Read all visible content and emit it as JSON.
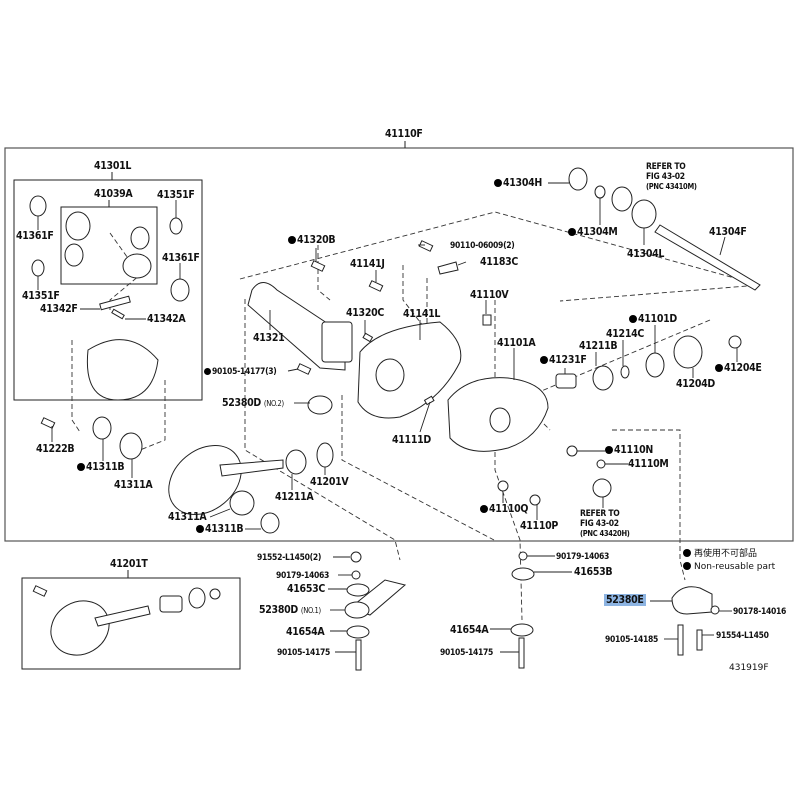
{
  "title": "Front Differential Carrier Assembly (Parts Diagram)",
  "assembly_label": "41110F",
  "figure_id": "431919F",
  "highlighted_part": "52380E",
  "highlight_color": "#8db4e2",
  "legend": {
    "dot_jp": "再使用不可部品",
    "dot_en": "Non-reusable part"
  },
  "sub_assemblies": {
    "case_kit": "41301L",
    "pinion_kit": "41039A",
    "ring_pinion_set": "41201T"
  },
  "parts": [
    {
      "id": "p-41361f-a",
      "pn": "41361F",
      "nonreusable": false
    },
    {
      "id": "p-41039a",
      "pn": "41039A",
      "nonreusable": false
    },
    {
      "id": "p-41351f-a",
      "pn": "41351F",
      "nonreusable": false
    },
    {
      "id": "p-41361f-b",
      "pn": "41361F",
      "nonreusable": false
    },
    {
      "id": "p-41351f-b",
      "pn": "41351F",
      "nonreusable": false
    },
    {
      "id": "p-41342f",
      "pn": "41342F",
      "nonreusable": false
    },
    {
      "id": "p-41342a",
      "pn": "41342A",
      "nonreusable": false
    },
    {
      "id": "p-41304h",
      "pn": "41304H",
      "nonreusable": true
    },
    {
      "id": "p-41304m",
      "pn": "41304M",
      "nonreusable": true
    },
    {
      "id": "p-41304l",
      "pn": "41304L",
      "nonreusable": false
    },
    {
      "id": "p-41304f",
      "pn": "41304F",
      "nonreusable": false
    },
    {
      "id": "p-41320b",
      "pn": "41320B",
      "nonreusable": true
    },
    {
      "id": "p-90110",
      "pn": "90110-06009(2)",
      "nonreusable": false
    },
    {
      "id": "p-41183c",
      "pn": "41183C",
      "nonreusable": false
    },
    {
      "id": "p-41141j",
      "pn": "41141J",
      "nonreusable": false
    },
    {
      "id": "p-41110v",
      "pn": "41110V",
      "nonreusable": false
    },
    {
      "id": "p-41320c",
      "pn": "41320C",
      "nonreusable": false
    },
    {
      "id": "p-41141l",
      "pn": "41141L",
      "nonreusable": false
    },
    {
      "id": "p-41321",
      "pn": "41321",
      "nonreusable": false
    },
    {
      "id": "p-90105-14177",
      "pn": "90105-14177(3)",
      "nonreusable": true
    },
    {
      "id": "p-52380d-2",
      "pn": "52380D",
      "suffix": "(NO.2)",
      "nonreusable": false
    },
    {
      "id": "p-41101d",
      "pn": "41101D",
      "nonreusable": true
    },
    {
      "id": "p-41214c",
      "pn": "41214C",
      "nonreusable": false
    },
    {
      "id": "p-41211b",
      "pn": "41211B",
      "nonreusable": false
    },
    {
      "id": "p-41101a",
      "pn": "41101A",
      "nonreusable": false
    },
    {
      "id": "p-41231f",
      "pn": "41231F",
      "nonreusable": true
    },
    {
      "id": "p-41204e",
      "pn": "41204E",
      "nonreusable": true
    },
    {
      "id": "p-41204d",
      "pn": "41204D",
      "nonreusable": false
    },
    {
      "id": "p-41111d",
      "pn": "41111D",
      "nonreusable": false
    },
    {
      "id": "p-41110n",
      "pn": "41110N",
      "nonreusable": true
    },
    {
      "id": "p-41110m",
      "pn": "41110M",
      "nonreusable": false
    },
    {
      "id": "p-41110q",
      "pn": "41110Q",
      "nonreusable": true
    },
    {
      "id": "p-41110p",
      "pn": "41110P",
      "nonreusable": false
    },
    {
      "id": "p-41222b",
      "pn": "41222B",
      "nonreusable": false
    },
    {
      "id": "p-41311b-a",
      "pn": "41311B",
      "nonreusable": true
    },
    {
      "id": "p-41311a-a",
      "pn": "41311A",
      "nonreusable": false
    },
    {
      "id": "p-41311a-b",
      "pn": "41311A",
      "nonreusable": false
    },
    {
      "id": "p-41311b-b",
      "pn": "41311B",
      "nonreusable": true
    },
    {
      "id": "p-41211a",
      "pn": "41211A",
      "nonreusable": false
    },
    {
      "id": "p-41201v",
      "pn": "41201V",
      "nonreusable": false
    },
    {
      "id": "p-91552",
      "pn": "91552-L1450(2)",
      "nonreusable": false
    },
    {
      "id": "p-90179-a",
      "pn": "90179-14063",
      "nonreusable": false
    },
    {
      "id": "p-41653c",
      "pn": "41653C",
      "nonreusable": false
    },
    {
      "id": "p-52380d-1",
      "pn": "52380D",
      "suffix": "(NO.1)",
      "nonreusable": false
    },
    {
      "id": "p-41654a-a",
      "pn": "41654A",
      "nonreusable": false
    },
    {
      "id": "p-90105-14175-a",
      "pn": "90105-14175",
      "nonreusable": false
    },
    {
      "id": "p-90179-b",
      "pn": "90179-14063",
      "nonreusable": false
    },
    {
      "id": "p-41653b",
      "pn": "41653B",
      "nonreusable": false
    },
    {
      "id": "p-41654a-b",
      "pn": "41654A",
      "nonreusable": false
    },
    {
      "id": "p-90105-14175-b",
      "pn": "90105-14175",
      "nonreusable": false
    },
    {
      "id": "p-52380e",
      "pn": "52380E",
      "nonreusable": false
    },
    {
      "id": "p-90178",
      "pn": "90178-14016",
      "nonreusable": false
    },
    {
      "id": "p-90105-14185",
      "pn": "90105-14185",
      "nonreusable": false
    },
    {
      "id": "p-91554",
      "pn": "91554-L1450",
      "nonreusable": false
    }
  ],
  "references": [
    {
      "line1": "REFER TO",
      "line2": "FIG 43-02",
      "line3": "(PNC 43410M)"
    },
    {
      "line1": "REFER TO",
      "line2": "FIG 43-02",
      "line3": "(PNC 43420H)"
    }
  ]
}
